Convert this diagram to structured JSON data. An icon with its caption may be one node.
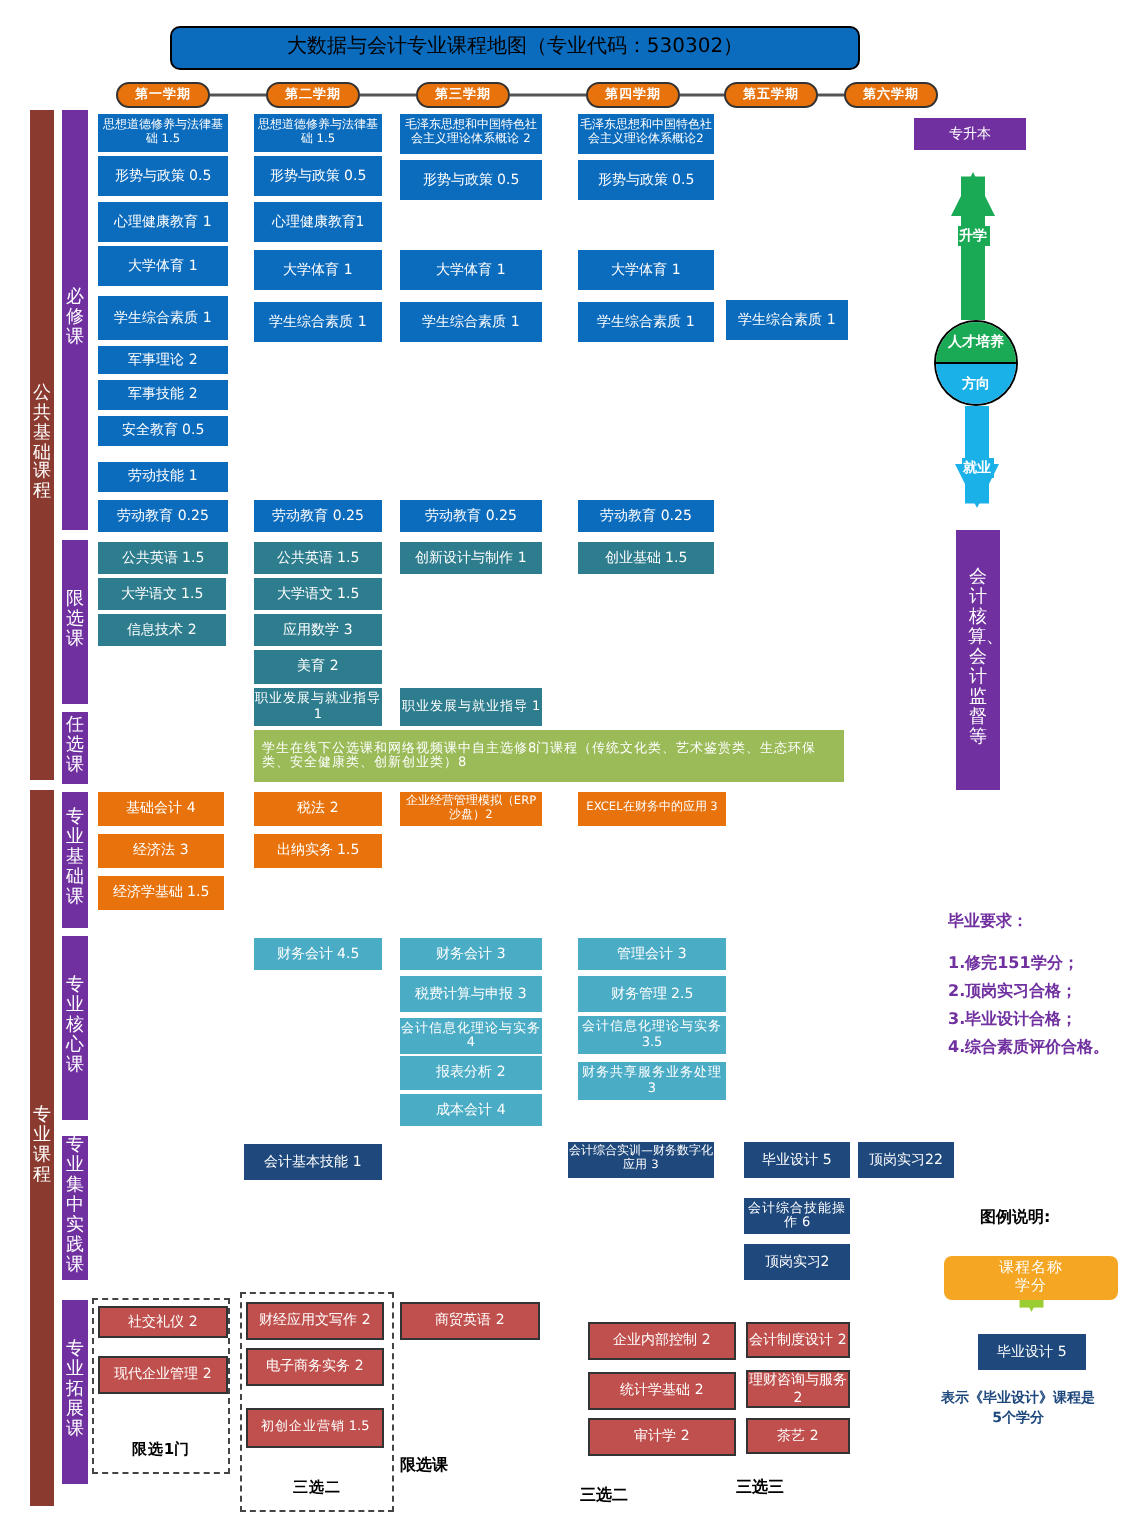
{
  "diagram": {
    "title": "大数据与会计专业课程地图（专业代码：530302）",
    "nodes": [
      {
        "text": [
          "第一学期"
        ]
      },
      {
        "text": [
          "第二学期"
        ]
      },
      {
        "text": [
          "第三学期"
        ]
      },
      {
        "text": [
          "第四学期"
        ]
      },
      {
        "text": [
          "第五学期"
        ]
      },
      {
        "text": [
          "第六学期"
        ]
      },
      {
        "text": [
          "公共基础课程"
        ]
      },
      {
        "text": [
          "必修课"
        ]
      },
      {
        "text": [
          "限选课"
        ]
      },
      {
        "text": [
          "任选课"
        ]
      },
      {
        "text": [
          "专业课程"
        ]
      },
      {
        "text": [
          "专业基础课"
        ]
      },
      {
        "text": [
          "专业核心课"
        ]
      },
      {
        "text": [
          "专业集中实践课"
        ]
      },
      {
        "text": [
          "专业拓展课"
        ]
      },
      {
        "text": [
          "思想道德修养与法律基础 1.5"
        ]
      },
      {
        "text": [
          "思想道德修养与法律基础 1.5"
        ]
      },
      {
        "text": [
          "毛泽东思想和中国特色社会主义理论体系概论 2"
        ]
      },
      {
        "text": [
          "毛泽东思想和中国特色社会主义理论体系概论2"
        ]
      },
      {
        "text": [
          "形势与政策 0.5"
        ]
      },
      {
        "text": [
          "形势与政策 0.5"
        ]
      },
      {
        "text": [
          "形势与政策 0.5"
        ]
      },
      {
        "text": [
          "形势与政策 0.5"
        ]
      },
      {
        "text": [
          "心理健康教育 1"
        ]
      },
      {
        "text": [
          "心理健康教育1"
        ]
      },
      {
        "text": [
          "大学体育 1"
        ]
      },
      {
        "text": [
          "大学体育 1"
        ]
      },
      {
        "text": [
          "大学体育 1"
        ]
      },
      {
        "text": [
          "大学体育 1"
        ]
      },
      {
        "text": [
          "学生综合素质 1"
        ]
      },
      {
        "text": [
          "学生综合素质 1"
        ]
      },
      {
        "text": [
          "学生综合素质 1"
        ]
      },
      {
        "text": [
          "学生综合素质 1"
        ]
      },
      {
        "text": [
          "学生综合素质 1"
        ]
      },
      {
        "text": [
          "军事理论 2"
        ]
      },
      {
        "text": [
          "军事技能 2"
        ]
      },
      {
        "text": [
          "安全教育 0.5"
        ]
      },
      {
        "text": [
          "劳动技能 1"
        ]
      },
      {
        "text": [
          "劳动教育 0.25"
        ]
      },
      {
        "text": [
          "劳动教育 0.25"
        ]
      },
      {
        "text": [
          "劳动教育 0.25"
        ]
      },
      {
        "text": [
          "劳动教育 0.25"
        ]
      },
      {
        "text": [
          "公共英语 1.5"
        ]
      },
      {
        "text": [
          "公共英语 1.5"
        ]
      },
      {
        "text": [
          "创新设计与制作 1"
        ]
      },
      {
        "text": [
          "创业基础 1.5"
        ]
      },
      {
        "text": [
          "大学语文 1.5"
        ]
      },
      {
        "text": [
          "大学语文 1.5"
        ]
      },
      {
        "text": [
          "信息技术 2"
        ]
      },
      {
        "text": [
          "应用数学 3"
        ]
      },
      {
        "text": [
          "美育 2"
        ]
      },
      {
        "text": [
          "职业发展与就业指导 1"
        ]
      },
      {
        "text": [
          "职业发展与就业指导 1"
        ]
      },
      {
        "text": [
          "学生在线下公选课和网络视频课中自主选修8门课程（传统文化类、艺术鉴赏类、生态环保类、安全健康类、创新创业类）8"
        ]
      },
      {
        "text": [
          "基础会计 4"
        ]
      },
      {
        "text": [
          "经济法 3"
        ]
      },
      {
        "text": [
          "经济学基础 1.5"
        ]
      },
      {
        "text": [
          "税法 2"
        ]
      },
      {
        "text": [
          "出纳实务 1.5"
        ]
      },
      {
        "text": [
          "企业经营管理模拟（ERP沙盘）2"
        ]
      },
      {
        "text": [
          "EXCEL在财务中的应用 3"
        ]
      },
      {
        "text": [
          "财务会计 4.5"
        ]
      },
      {
        "text": [
          "财务会计 3"
        ]
      },
      {
        "text": [
          "税费计算与申报 3"
        ]
      },
      {
        "text": [
          "会计信息化理论与实务 4"
        ]
      },
      {
        "text": [
          "报表分析 2"
        ]
      },
      {
        "text": [
          "成本会计 4"
        ]
      },
      {
        "text": [
          "管理会计 3"
        ]
      },
      {
        "text": [
          "财务管理 2.5"
        ]
      },
      {
        "text": [
          "会计信息化理论与实务3.5"
        ]
      },
      {
        "text": [
          "财务共享服务业务处理 3"
        ]
      },
      {
        "text": [
          "会计基本技能 1"
        ]
      },
      {
        "text": [
          "会计综合实训—财务数字化应用 3"
        ]
      },
      {
        "text": [
          "毕业设计 5"
        ]
      },
      {
        "text": [
          "顶岗实习22"
        ]
      },
      {
        "text": [
          "会计综合技能操作 6"
        ]
      },
      {
        "text": [
          "顶岗实习2"
        ]
      },
      {
        "text": [
          "限选1门"
        ]
      },
      {
        "text": [
          "社交礼仪 2"
        ],
        "in": 77
      },
      {
        "text": [
          "现代企业管理 2"
        ],
        "in": 77
      },
      {
        "text": [
          "三选二"
        ]
      },
      {
        "text": [
          "财经应用文写作 2"
        ],
        "in": 80
      },
      {
        "text": [
          "电子商务实务 2"
        ],
        "in": 80
      },
      {
        "text": [
          "初创企业营销 1.5"
        ],
        "in": 80
      },
      {
        "text": [
          "商贸英语 2"
        ]
      },
      {
        "text": [
          "企业内部控制 2"
        ]
      },
      {
        "text": [
          "统计学基础 2"
        ]
      },
      {
        "text": [
          "审计学 2"
        ]
      },
      {
        "text": [
          "会计制度设计 2"
        ]
      },
      {
        "text": [
          "理财咨询与服务 2"
        ]
      },
      {
        "text": [
          "茶艺 2"
        ]
      },
      {
        "text": [
          "专升本"
        ]
      },
      {
        "text": [
          "人才培养",
          "方向"
        ]
      },
      {
        "text": [
          "会计核算、会计监督等"
        ]
      },
      {
        "text": [
          "课程名称",
          "学分"
        ]
      },
      {
        "text": [
          "毕业设计 5"
        ]
      }
    ],
    "edges": [
      {
        "from": 0,
        "to": 1,
        "arrow": "none"
      },
      {
        "from": 1,
        "to": 2,
        "arrow": "none"
      },
      {
        "from": 2,
        "to": 3,
        "arrow": "none"
      },
      {
        "from": 3,
        "to": 4,
        "arrow": "none"
      },
      {
        "from": 4,
        "to": 5,
        "arrow": "none"
      },
      {
        "from": 92,
        "to": 91,
        "arrow": "to",
        "label": "升学",
        "style": "thick",
        "color": "#1aaa55"
      },
      {
        "from": 92,
        "to": 93,
        "arrow": "to",
        "label": "就业",
        "style": "thick",
        "color": "#1ab0e8"
      },
      {
        "from": 94,
        "to": 95,
        "arrow": "to",
        "style": "thick",
        "color": "#9acd32"
      }
    ],
    "labels": [
      "限选课",
      "三选二",
      "三选三",
      "毕业要求：",
      "1.修完151学分；",
      "2.顶岗实习合格；",
      "3.毕业设计合格；",
      "4.综合素质评价合格。",
      "图例说明:",
      "表示《毕业设计》课程是5个学分"
    ]
  }
}
